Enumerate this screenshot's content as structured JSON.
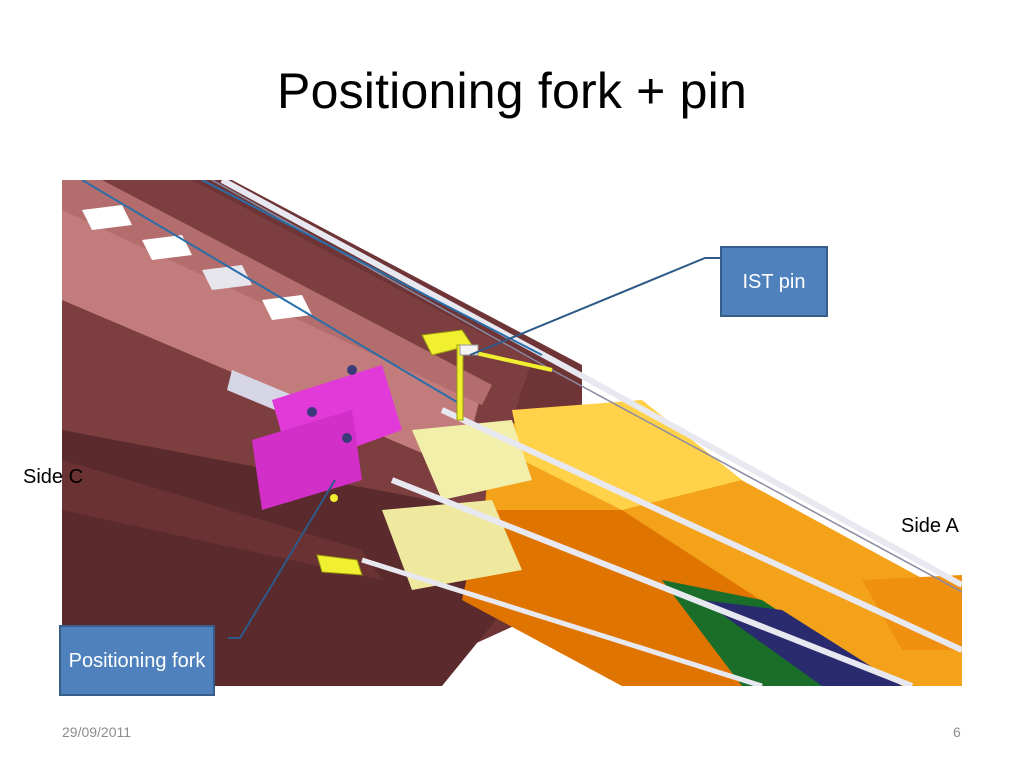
{
  "slide": {
    "title": "Positioning fork + pin",
    "labels": {
      "side_c": "Side C",
      "side_a": "Side A"
    },
    "callouts": {
      "ist_pin": "IST pin",
      "positioning_fork": "Positioning fork"
    },
    "footer": {
      "date": "29/09/2011",
      "page_number": "6"
    }
  },
  "colors": {
    "callout_fill": "#4f81bd",
    "callout_border": "#385d8a",
    "leader_line": "#2e5a87",
    "body_maroon": "#7a3b3d",
    "body_pink": "#c07a78",
    "orange_section": "#f28a00",
    "magenta_part": "#e23ad8",
    "yellow_fork": "#f0f030"
  }
}
